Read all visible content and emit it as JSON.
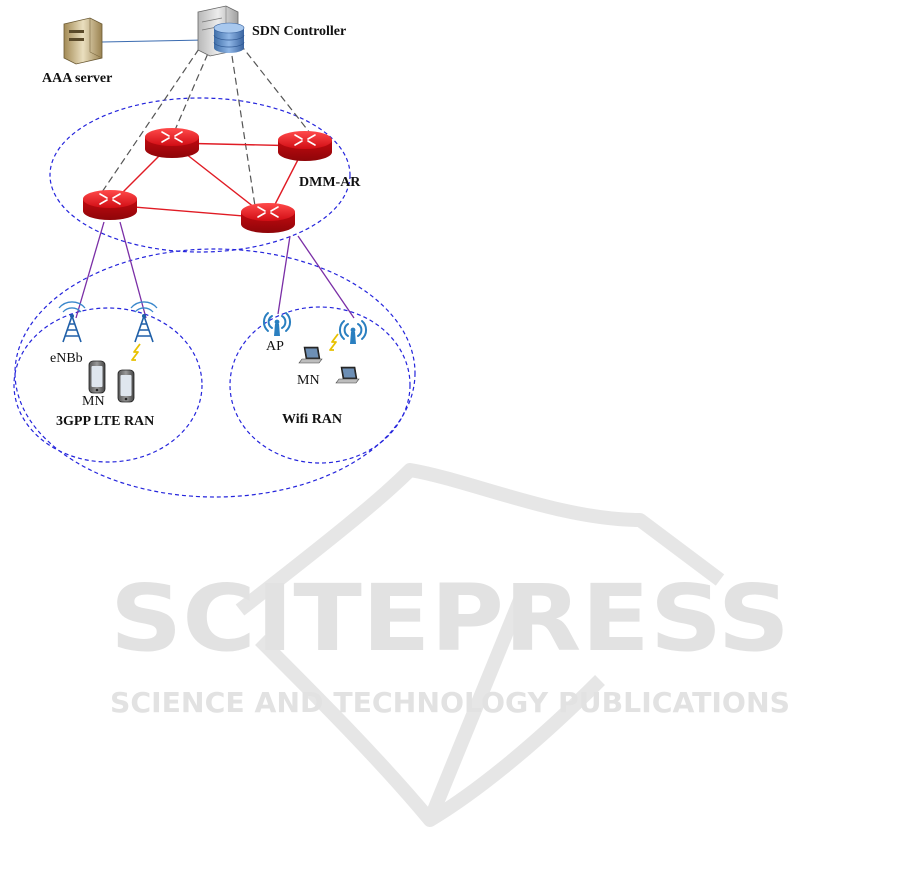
{
  "diagram": {
    "labels": {
      "sdn_controller": "SDN Controller",
      "aaa_server": "AAA server",
      "dmm_ar": "DMM-AR",
      "enb": "eNBb",
      "mn_lte": "MN",
      "lte_ran": "3GPP LTE RAN",
      "ap": "AP",
      "mn_wifi": "MN",
      "wifi_ran": "Wifi RAN"
    },
    "colors": {
      "router": "#e8141c",
      "router_link": "#e01b24",
      "access_link": "#7a2ea6",
      "control_link": "#555555",
      "domain_ellipse": "#2222dd",
      "antenna": "#2a7fc0"
    }
  },
  "watermark": {
    "main": "SCITEPRESS",
    "sub": "SCIENCE AND TECHNOLOGY PUBLICATIONS"
  }
}
